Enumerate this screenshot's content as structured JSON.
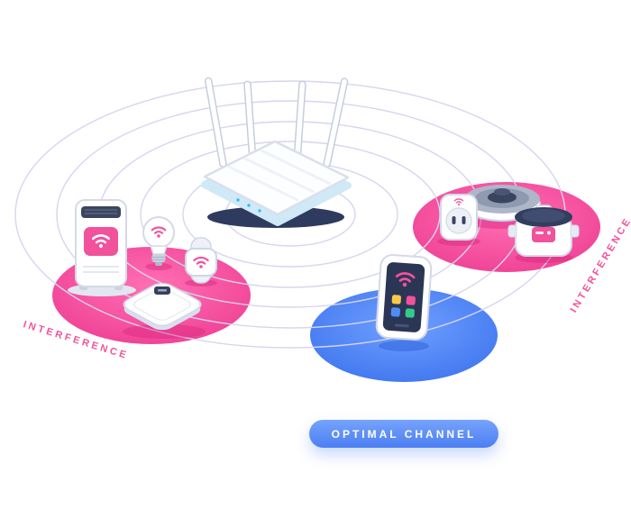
{
  "illustration": {
    "name": "Wi-Fi router channel interference illustration",
    "router": {
      "icon": "wifi-router-icon",
      "antenna_count": 4
    },
    "signal_rings": 6,
    "zones": {
      "left_interference": {
        "label": "INTERFERENCE",
        "devices": [
          "air-purifier",
          "smart-bulb",
          "smartwatch",
          "smart-scale"
        ]
      },
      "right_interference": {
        "label": "INTERFERENCE",
        "devices": [
          "smart-plug",
          "robot-vacuum",
          "multicooker"
        ]
      },
      "optimal_channel": {
        "label": "OPTIMAL CHANNEL",
        "devices": [
          "smartphone"
        ]
      }
    },
    "colors": {
      "interference_zone": "#F2519C",
      "interference_text": "#F2519C",
      "optimal_zone": "#4D7EF2",
      "button_background": "#5B8CF5",
      "button_text": "#FFFFFF",
      "signal_ring": "#D8D4EF",
      "device_accent_pink": "#F2519C",
      "screen_navy": "#2B3655"
    }
  }
}
